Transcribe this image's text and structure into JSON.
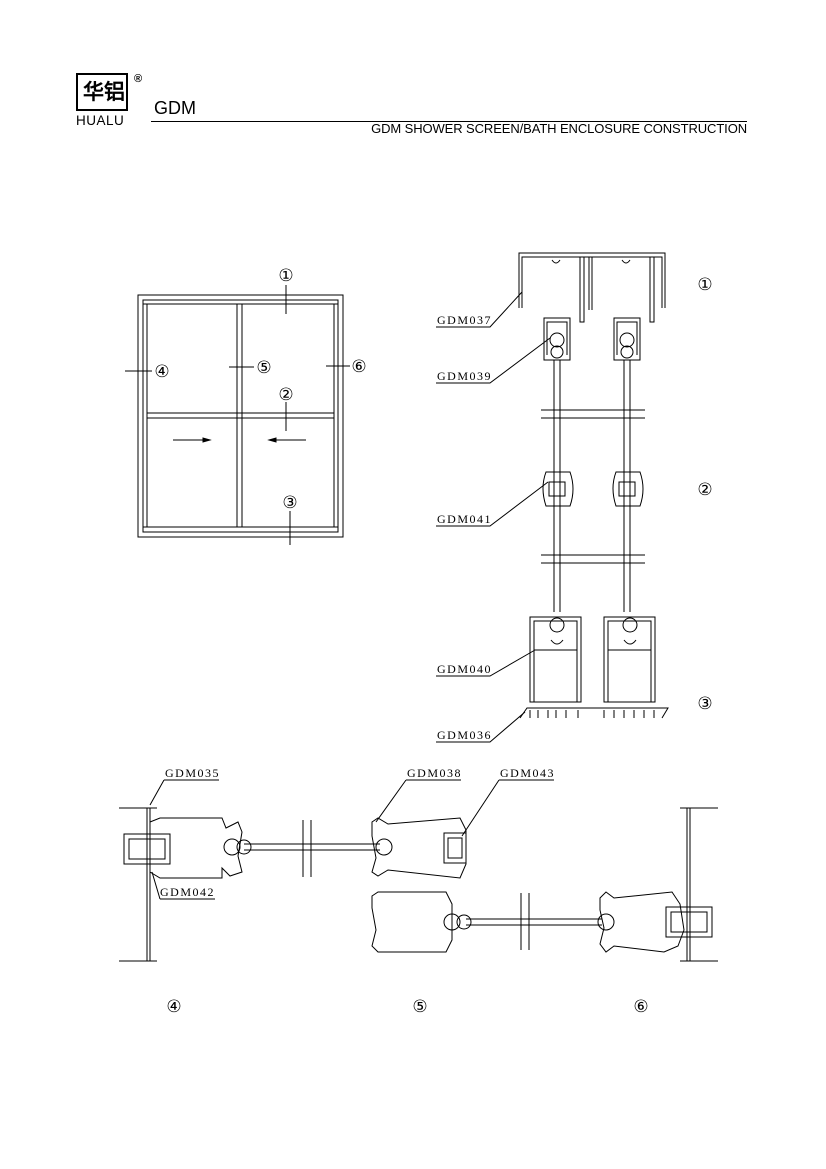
{
  "header": {
    "logo_cn": "华铝",
    "logo_reg": "®",
    "logo_en": "HUALU",
    "series": "GDM",
    "subtitle": "GDM SHOWER SCREEN/BATH ENCLOSURE CONSTRUCTION"
  },
  "markers": {
    "m1": "①",
    "m2": "②",
    "m3": "③",
    "m4": "④",
    "m5": "⑤",
    "m6": "⑥"
  },
  "parts": {
    "p037": "GDM037",
    "p039": "GDM039",
    "p041": "GDM041",
    "p040": "GDM040",
    "p036": "GDM036",
    "p035": "GDM035",
    "p038": "GDM038",
    "p043": "GDM043",
    "p042": "GDM042"
  }
}
